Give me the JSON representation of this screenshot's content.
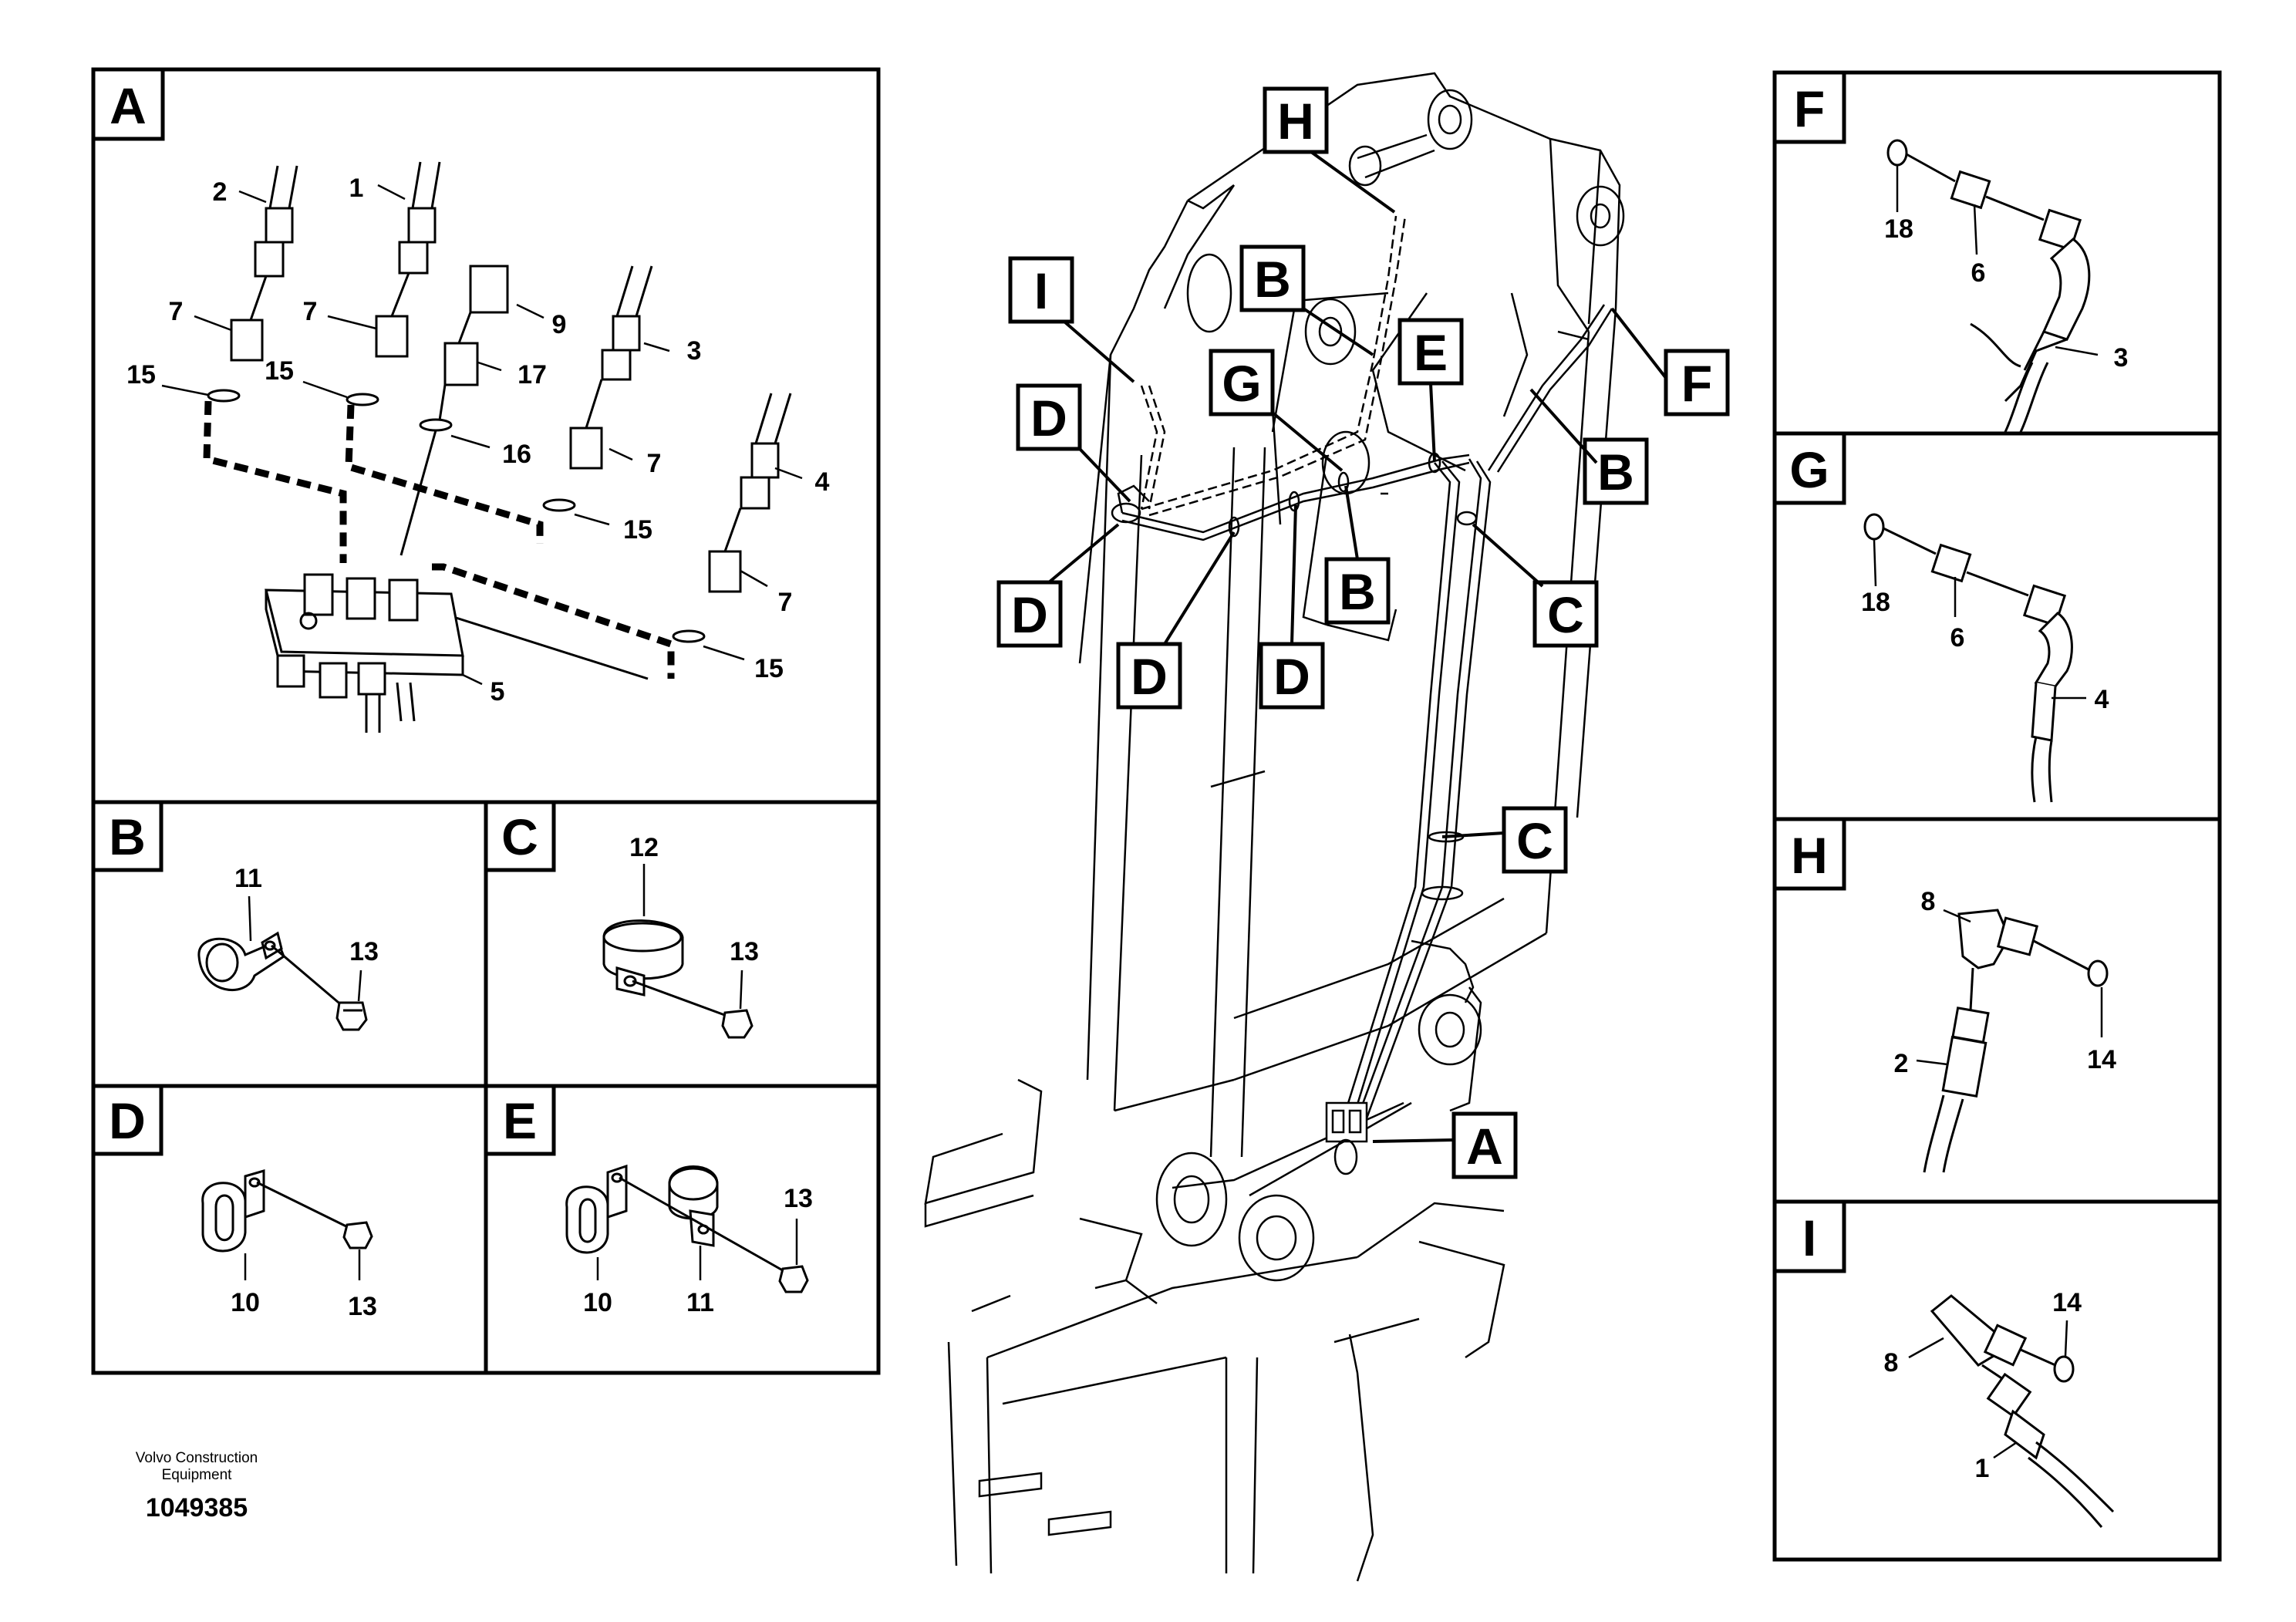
{
  "diagram": {
    "panels": {
      "A": {
        "label": "A",
        "callouts": [
          "2",
          "1",
          "7",
          "7",
          "9",
          "15",
          "15",
          "17",
          "3",
          "16",
          "7",
          "15",
          "4",
          "7",
          "15",
          "5"
        ]
      },
      "B": {
        "label": "B",
        "callouts": [
          "11",
          "13"
        ]
      },
      "C": {
        "label": "C",
        "callouts": [
          "12",
          "13"
        ]
      },
      "D": {
        "label": "D",
        "callouts": [
          "10",
          "13"
        ]
      },
      "E": {
        "label": "E",
        "callouts": [
          "13",
          "10",
          "11"
        ]
      },
      "F": {
        "label": "F",
        "callouts": [
          "18",
          "6",
          "3"
        ]
      },
      "G": {
        "label": "G",
        "callouts": [
          "18",
          "6",
          "4"
        ]
      },
      "H": {
        "label": "H",
        "callouts": [
          "8",
          "2",
          "14"
        ]
      },
      "I": {
        "label": "I",
        "callouts": [
          "14",
          "8",
          "1"
        ]
      }
    },
    "main_callouts": [
      "H",
      "I",
      "B",
      "E",
      "G",
      "F",
      "D",
      "B",
      "D",
      "B",
      "C",
      "D",
      "D",
      "C",
      "A"
    ],
    "stroke_color": "#000000",
    "background_color": "#ffffff"
  },
  "footer": {
    "company_line1": "Volvo Construction",
    "company_line2": "Equipment",
    "drawing_number": "1049385"
  }
}
